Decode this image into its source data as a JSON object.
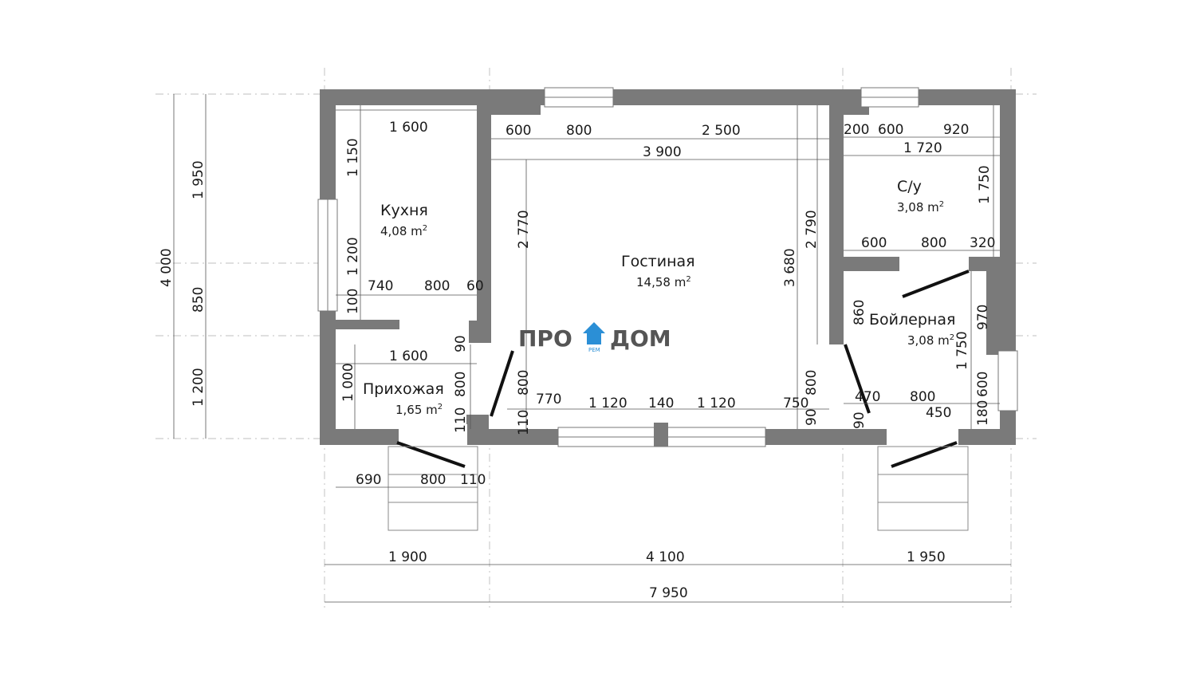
{
  "logo": {
    "left": "ПРО",
    "right": "ДОМ",
    "sub": "РЕМ"
  },
  "rooms": {
    "kitchen": {
      "name": "Кухня",
      "area": "4,08 m",
      "sup": "2"
    },
    "living": {
      "name": "Гостиная",
      "area": "14,58 m",
      "sup": "2"
    },
    "bathroom": {
      "name": "С/у",
      "area": "3,08 m",
      "sup": "2"
    },
    "boiler": {
      "name": "Бойлерная",
      "area": "3,08 m",
      "sup": "2"
    },
    "hall": {
      "name": "Прихожая",
      "area": "1,65 m",
      "sup": "2"
    }
  },
  "dims": {
    "k_w": "1 600",
    "k_h1": "1 150",
    "k_h2": "1 200",
    "k_a": "740",
    "k_b": "800",
    "k_c": "60",
    "k_d": "100",
    "l_a": "600",
    "l_b": "800",
    "l_c": "2 500",
    "l_total": "3 900",
    "l_h1": "2 770",
    "l_h2": "3 680",
    "l_h3": "2 790",
    "l_h4": "800",
    "l_h5": "800",
    "l_h6": "110",
    "l_b1": "770",
    "l_b2": "1 120",
    "l_b3": "140",
    "l_b4": "1 120",
    "l_b5": "750",
    "b_a": "200",
    "b_b": "600",
    "b_c": "920",
    "b_total": "1 720",
    "b_h": "1 750",
    "bo_a": "600",
    "bo_b": "800",
    "bo_c": "320",
    "bo_h1": "860",
    "bo_h2": "970",
    "bo_h3": "1 750",
    "bo_h4": "600",
    "bo_h5": "180",
    "bo_d1": "470",
    "bo_d2": "800",
    "bo_d3": "450",
    "bo_g1": "90",
    "bo_g2": "90",
    "h_w": "1 600",
    "h_h": "1 000",
    "h_d1": "800",
    "h_d2": "90",
    "h_d3": "110",
    "p_a": "690",
    "p_b": "800",
    "p_c": "110",
    "left_1": "1 950",
    "left_2": "850",
    "left_3": "1 200",
    "left_total": "4 000",
    "bot_1": "1 900",
    "bot_2": "4 100",
    "bot_3": "1 950",
    "bot_total": "7 950"
  }
}
